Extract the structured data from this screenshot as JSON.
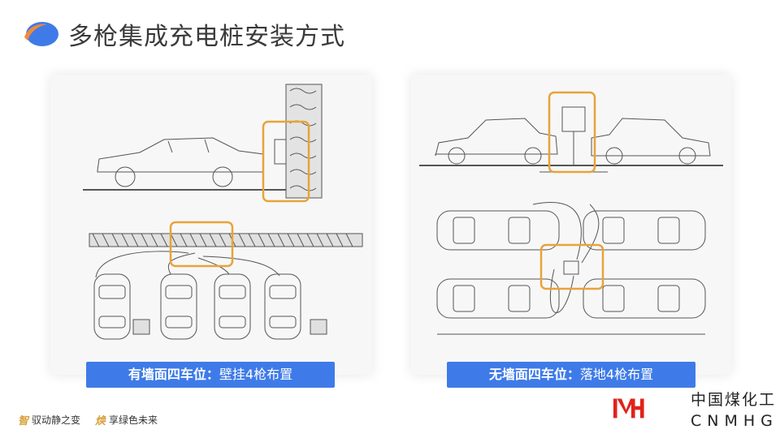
{
  "header": {
    "title": "多枪集成充电桩安装方式"
  },
  "panels": [
    {
      "caption_bold": "有墙面四车位：",
      "caption_rest": "壁挂4枪布置"
    },
    {
      "caption_bold": "无墙面四车位：",
      "caption_rest": "落地4枪布置"
    }
  ],
  "footer": {
    "slogan1_mark": "智",
    "slogan1": "驭动静之变",
    "slogan2_mark": "焕",
    "slogan2": "享绿色未来"
  },
  "brand": {
    "name_cn": "中国煤化工",
    "name_en": "CNMHG"
  },
  "colors": {
    "accent": "#3f7be8",
    "highlight": "#e8a33a",
    "brand_red": "#e0231b"
  },
  "icons": [
    "logo-blob-icon",
    "brand-logo-icon"
  ]
}
